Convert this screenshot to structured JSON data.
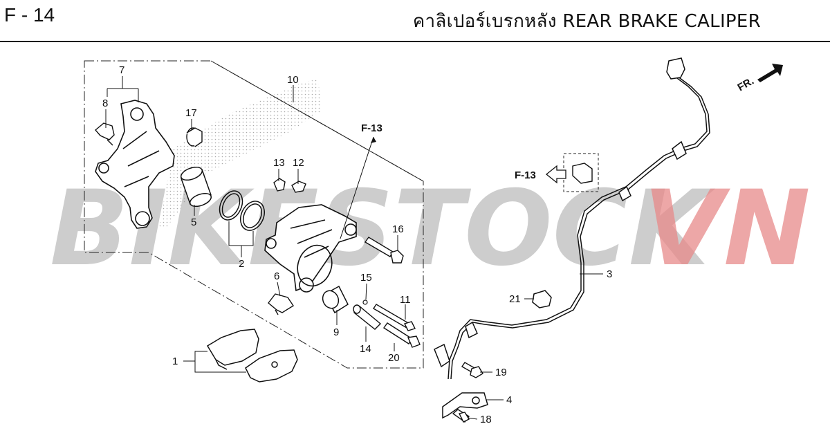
{
  "header": {
    "page_code": "F - 14",
    "title": "คาลิเปอร์เบรกหลัง  REAR BRAKE CALIPER"
  },
  "watermark": {
    "text_gray": "BIKESTOCK",
    "text_red": "VN",
    "gray": "#bdbdbd",
    "red": "#e88a8a"
  },
  "refs": {
    "front": "FR.",
    "f13_top": "F-13",
    "f13_side": "F-13"
  },
  "callouts": {
    "c1": "1",
    "c2": "2",
    "c3": "3",
    "c4": "4",
    "c5": "5",
    "c6": "6",
    "c7": "7",
    "c8": "8",
    "c9": "9",
    "c10": "10",
    "c11": "11",
    "c12": "12",
    "c13": "13",
    "c14": "14",
    "c15": "15",
    "c16": "16",
    "c17": "17",
    "c18": "18",
    "c19": "19",
    "c20": "20",
    "c21": "21"
  }
}
